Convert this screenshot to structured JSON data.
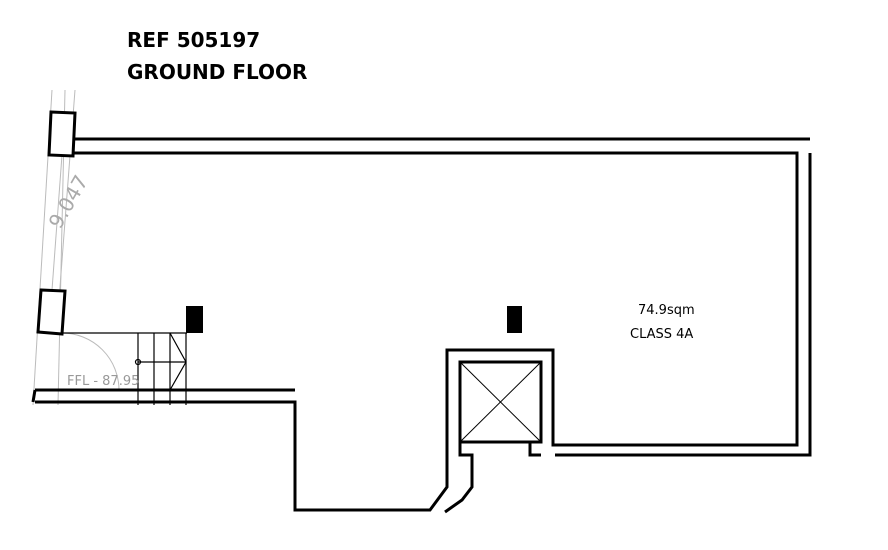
{
  "header": {
    "ref": "REF 505197",
    "floor": "GROUND FLOOR"
  },
  "room": {
    "area": "74.9sqm",
    "class": "CLASS 4A"
  },
  "level": "FFL - 87.95",
  "boundary_label": "9.047"
}
